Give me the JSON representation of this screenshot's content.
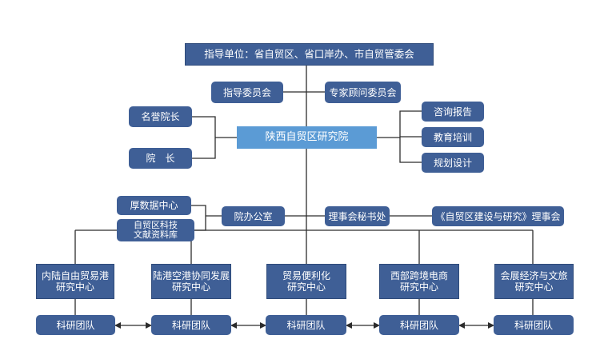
{
  "guide_unit": "指导单位：省自贸区、省口岸办、市自贸管委会",
  "steering_committee": "指导委员会",
  "expert_committee": "专家顾问委员会",
  "institute": "陕西自贸区研究院",
  "honorary_dean": "名誉院长",
  "dean": "院　长",
  "services": [
    "咨询报告",
    "教育培训",
    "规划设计"
  ],
  "office": "院办公室",
  "office_units": [
    "厚数据中心",
    "自贸区科技\n文献资料库"
  ],
  "council_secretariat": "理事会秘书处",
  "council": "《自贸区建设与研究》理事会",
  "centers": [
    "内陆自由贸易港\n研究中心",
    "陆港空港协同发展\n研究中心",
    "贸易便利化\n研究中心",
    "西部跨境电商\n研究中心",
    "会展经济与文旅\n研究中心"
  ],
  "team_label": "科研团队",
  "colors": {
    "dark_box": "#3f5f96",
    "light_box": "#5b9bd5",
    "line": "#2c2c2c"
  }
}
